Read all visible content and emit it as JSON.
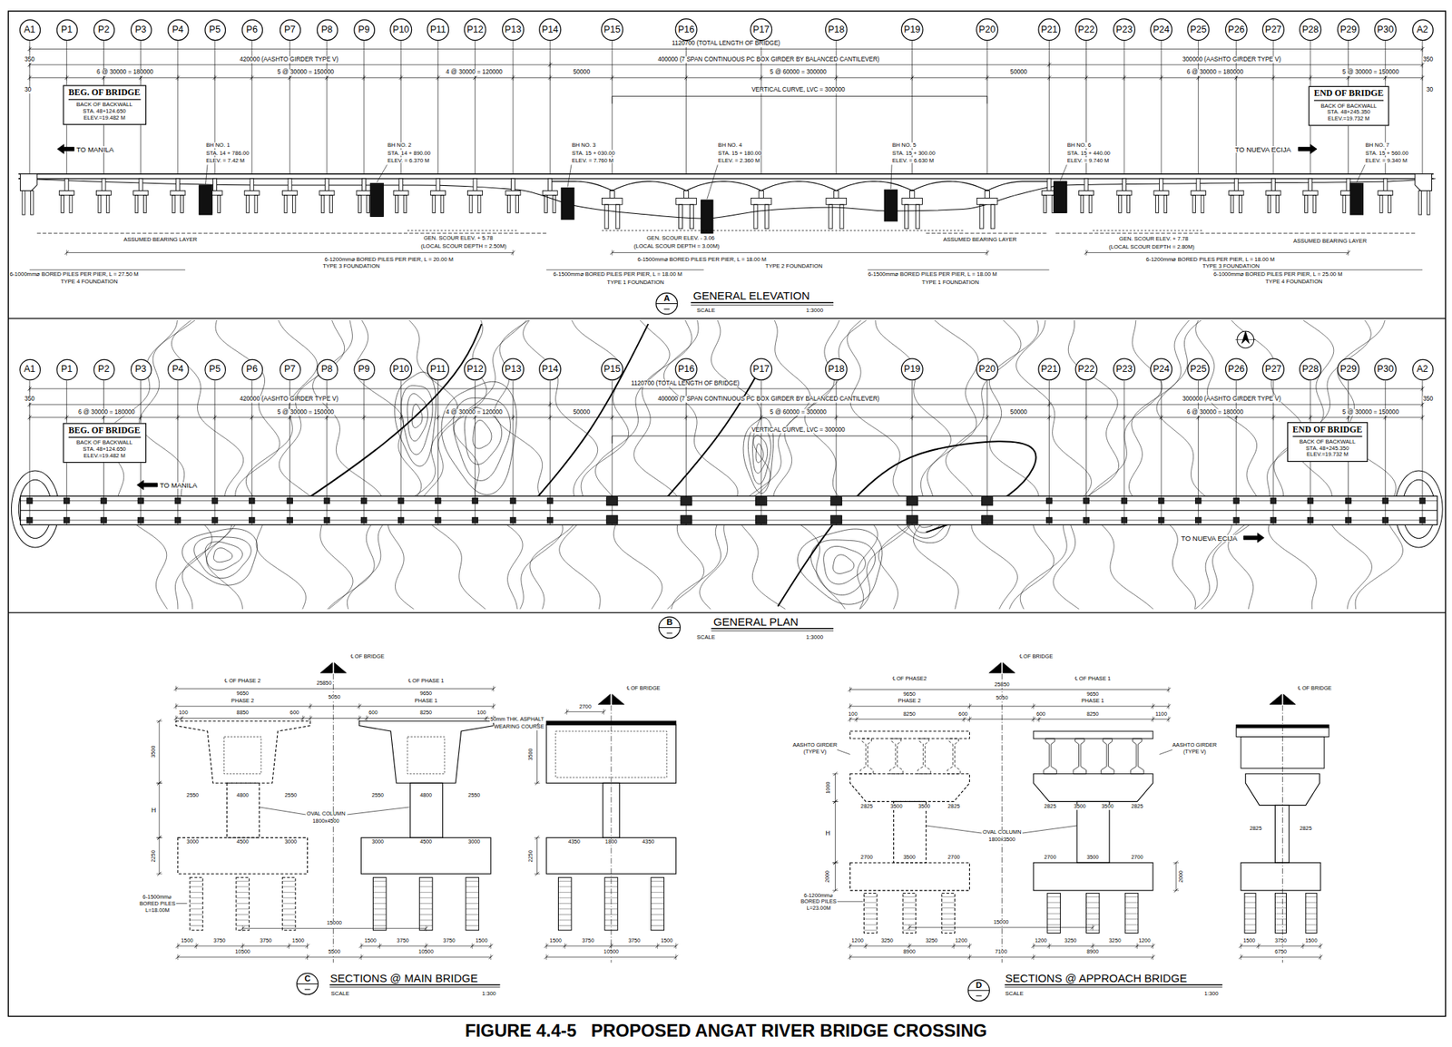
{
  "diagram": {
    "title": "FIGURE 4.4-5   PROPOSED ANGAT RIVER BRIDGE CROSSING",
    "nodes": [
      {
        "text": [
          "A1"
        ]
      },
      {
        "text": [
          "P1"
        ]
      },
      {
        "text": [
          "P2"
        ]
      },
      {
        "text": [
          "P3"
        ]
      },
      {
        "text": [
          "P4"
        ]
      },
      {
        "text": [
          "P5"
        ]
      },
      {
        "text": [
          "P6"
        ]
      },
      {
        "text": [
          "P7"
        ]
      },
      {
        "text": [
          "P8"
        ]
      },
      {
        "text": [
          "P9"
        ]
      },
      {
        "text": [
          "P10"
        ]
      },
      {
        "text": [
          "P11"
        ]
      },
      {
        "text": [
          "P12"
        ]
      },
      {
        "text": [
          "P13"
        ]
      },
      {
        "text": [
          "P14"
        ]
      },
      {
        "text": [
          "P15"
        ]
      },
      {
        "text": [
          "P16"
        ]
      },
      {
        "text": [
          "P17"
        ]
      },
      {
        "text": [
          "P18"
        ]
      },
      {
        "text": [
          "P19"
        ]
      },
      {
        "text": [
          "P20"
        ]
      },
      {
        "text": [
          "P21"
        ]
      },
      {
        "text": [
          "P22"
        ]
      },
      {
        "text": [
          "P23"
        ]
      },
      {
        "text": [
          "P24"
        ]
      },
      {
        "text": [
          "P25"
        ]
      },
      {
        "text": [
          "P26"
        ]
      },
      {
        "text": [
          "P27"
        ]
      },
      {
        "text": [
          "P28"
        ]
      },
      {
        "text": [
          "P29"
        ]
      },
      {
        "text": [
          "P30"
        ]
      },
      {
        "text": [
          "A2"
        ]
      },
      {
        "text": [
          "BEG. OF BRIDGE",
          "BACK OF BACKWALL",
          "STA. 48+124.650",
          "ELEV.=19.482 M"
        ]
      },
      {
        "text": [
          "END OF BRIDGE",
          "BACK OF BACKWALL",
          "STA. 48+245.350",
          "ELEV.=19.732 M"
        ]
      },
      {
        "text": [
          "A"
        ]
      },
      {
        "text": [
          "A1"
        ]
      },
      {
        "text": [
          "P1"
        ]
      },
      {
        "text": [
          "P2"
        ]
      },
      {
        "text": [
          "P3"
        ]
      },
      {
        "text": [
          "P4"
        ]
      },
      {
        "text": [
          "P5"
        ]
      },
      {
        "text": [
          "P6"
        ]
      },
      {
        "text": [
          "P7"
        ]
      },
      {
        "text": [
          "P8"
        ]
      },
      {
        "text": [
          "P9"
        ]
      },
      {
        "text": [
          "P10"
        ]
      },
      {
        "text": [
          "P11"
        ]
      },
      {
        "text": [
          "P12"
        ]
      },
      {
        "text": [
          "P13"
        ]
      },
      {
        "text": [
          "P14"
        ]
      },
      {
        "text": [
          "P15"
        ]
      },
      {
        "text": [
          "P16"
        ]
      },
      {
        "text": [
          "P17"
        ]
      },
      {
        "text": [
          "P18"
        ]
      },
      {
        "text": [
          "P19"
        ]
      },
      {
        "text": [
          "P20"
        ]
      },
      {
        "text": [
          "P21"
        ]
      },
      {
        "text": [
          "P22"
        ]
      },
      {
        "text": [
          "P23"
        ]
      },
      {
        "text": [
          "P24"
        ]
      },
      {
        "text": [
          "P25"
        ]
      },
      {
        "text": [
          "P26"
        ]
      },
      {
        "text": [
          "P27"
        ]
      },
      {
        "text": [
          "P28"
        ]
      },
      {
        "text": [
          "P29"
        ]
      },
      {
        "text": [
          "P30"
        ]
      },
      {
        "text": [
          "A2"
        ]
      },
      {
        "text": [
          "BEG. OF BRIDGE",
          "BACK OF BACKWALL",
          "STA. 48+124.650",
          "ELEV.=19.482 M"
        ]
      },
      {
        "text": [
          "END OF BRIDGE",
          "BACK OF BACKWALL",
          "STA. 48+245.350",
          "ELEV.=19.732 M"
        ]
      },
      {
        "text": [
          "B"
        ]
      },
      {
        "text": [
          "C"
        ]
      },
      {
        "text": [
          "D"
        ]
      }
    ],
    "labels": [
      "1120700 (TOTAL LENGTH OF BRIDGE)",
      "420000 (AASHTO GIRDER TYPE V)",
      "400000 (7 SPAN CONTINUOUS PC BOX GIRDER BY BALANCED CANTILEVER)",
      "300000 (AASHTO GIRDER TYPE V)",
      "350",
      "350",
      "6 @ 30000 = 180000",
      "5 @ 30000 = 150000",
      "4 @ 30000 = 120000",
      "50000",
      "5 @ 60000 = 300000",
      "50000",
      "6 @ 30000 = 180000",
      "5 @ 30000 = 150000",
      "30",
      "30",
      "VERTICAL CURVE, LVC = 300000",
      "TO MANILA",
      "TO NUEVA ECIJA",
      "BH NO. 1",
      "STA. 14 + 786.00",
      "ELEV. = 7.42 M",
      "BH NO. 2",
      "STA. 14 + 890.00",
      "ELEV. = 6.370 M",
      "BH NO. 3",
      "STA. 15 + 030.00",
      "ELEV. = 7.760 M",
      "BH NO. 4",
      "STA. 15 + 180.00",
      "ELEV. = 2.360 M",
      "BH NO. 5",
      "STA. 15 + 300.00",
      "ELEV. = 6.630 M",
      "BH NO. 6",
      "STA. 15 + 440.00",
      "ELEV. = 9.740 M",
      "BH NO. 7",
      "STA. 15 + 560.00",
      "ELEV. = 9.340 M",
      "ASSUMED BEARING LAYER",
      "ASSUMED BEARING LAYER",
      "ASSUMED BEARING LAYER",
      "GEN. SCOUR ELEV. + 5.78",
      "(LOCAL SCOUR DEPTH = 2.50M)",
      "GEN. SCOUR ELEV. - 3.06",
      "(LOCAL SCOUR DEPTH = 3.00M)",
      "GEN. SCOUR ELEV. + 7.78",
      "(LOCAL SCOUR DEPTH = 2.80M)",
      "6-1200mm⌀ BORED PILES PER PIER, L = 20.00 M",
      "TYPE 3 FOUNDATION",
      "6-1000mm⌀ BORED PILES PER PIER, L = 27.50 M",
      "TYPE 4 FOUNDATION",
      "6-1500mm⌀ BORED PILES PER PIER, L = 18.00 M",
      "TYPE 2 FOUNDATION",
      "6-1500mm⌀ BORED PILES PER PIER, L = 18.00 M",
      "TYPE 1 FOUNDATION",
      "6-1500mm⌀ BORED PILES PER PIER, L = 18.00 M",
      "TYPE 1 FOUNDATION",
      "6-1200mm⌀ BORED PILES PER PIER, L = 18.00 M",
      "TYPE 3 FOUNDATION",
      "6-1000mm⌀ BORED PILES PER PIER, L = 25.00 M",
      "TYPE 4 FOUNDATION",
      "GENERAL ELEVATION",
      "SCALE",
      "1:3000",
      "1120700 (TOTAL LENGTH OF BRIDGE)",
      "420000 (AASHTO GIRDER TYPE V)",
      "400000 (7 SPAN CONTINUOUS PC BOX GIRDER BY BALANCED CANTILEVER)",
      "300000 (AASHTO GIRDER TYPE V)",
      "350",
      "350",
      "6 @ 30000 = 180000",
      "5 @ 30000 = 150000",
      "4 @ 30000 = 120000",
      "50000",
      "5 @ 60000 = 300000",
      "50000",
      "6 @ 30000 = 180000",
      "5 @ 30000 = 150000",
      "VERTICAL CURVE, LVC = 300000",
      "TO MANILA",
      "TO NUEVA ECIJA",
      "GENERAL PLAN",
      "SCALE",
      "1:3000",
      "℄ OF BRIDGE",
      "℄ OF PHASE 2",
      "℄ OF PHASE 1",
      "25850",
      "9650",
      "PHASE 2",
      "9650",
      "PHASE 1",
      "5050",
      "100",
      "8850",
      "600",
      "600",
      "8250",
      "100",
      "3500",
      "2550",
      "4800",
      "2550",
      "2550",
      "4800",
      "2550",
      "H",
      "OVAL COLUMN",
      "1800x4500",
      "3000",
      "4500",
      "3000",
      "3000",
      "4500",
      "3000",
      "2250",
      "6-1500mm⌀",
      "BORED PILES",
      "L=18.00M",
      "15000",
      "1500",
      "3750",
      "3750",
      "1500",
      "1500",
      "3750",
      "3750",
      "1500",
      "10500",
      "5500",
      "10500",
      "℄ OF BRIDGE",
      "2700",
      "50mm THK. ASPHALT",
      "WEARING COURSE",
      "3500",
      "4350",
      "1800",
      "4350",
      "2250",
      "1500",
      "3750",
      "3750",
      "1500",
      "10500",
      "SECTIONS @ MAIN BRIDGE",
      "SCALE",
      "1:300",
      "℄ OF BRIDGE",
      "℄ OF PHASE2",
      "℄ OF PHASE 1",
      "25850",
      "9650",
      "PHASE 2",
      "9650",
      "PHASE 1",
      "5050",
      "100",
      "8250",
      "600",
      "600",
      "8250",
      "1100",
      "AASHTO GIRDER",
      "(TYPE V)",
      "AASHTO GIRDER",
      "(TYPE V)",
      "1000",
      "2825",
      "3500",
      "3500",
      "2825",
      "2825",
      "3500",
      "3500",
      "2825",
      "H",
      "OVAL COLUMN",
      "1800x3500",
      "2700",
      "3500",
      "2700",
      "2700",
      "3500",
      "2700",
      "2000",
      "2000",
      "6-1200mm⌀",
      "BORED PILES",
      "L=23.00M",
      "15000",
      "1200",
      "3250",
      "3250",
      "1200",
      "1200",
      "3250",
      "3250",
      "1200",
      "8900",
      "7100",
      "8900",
      "℄ OF BRIDGE",
      "2825",
      "2825",
      "1500",
      "3750",
      "1500",
      "6750",
      "SECTIONS @ APPROACH BRIDGE",
      "SCALE",
      "1:300"
    ]
  }
}
